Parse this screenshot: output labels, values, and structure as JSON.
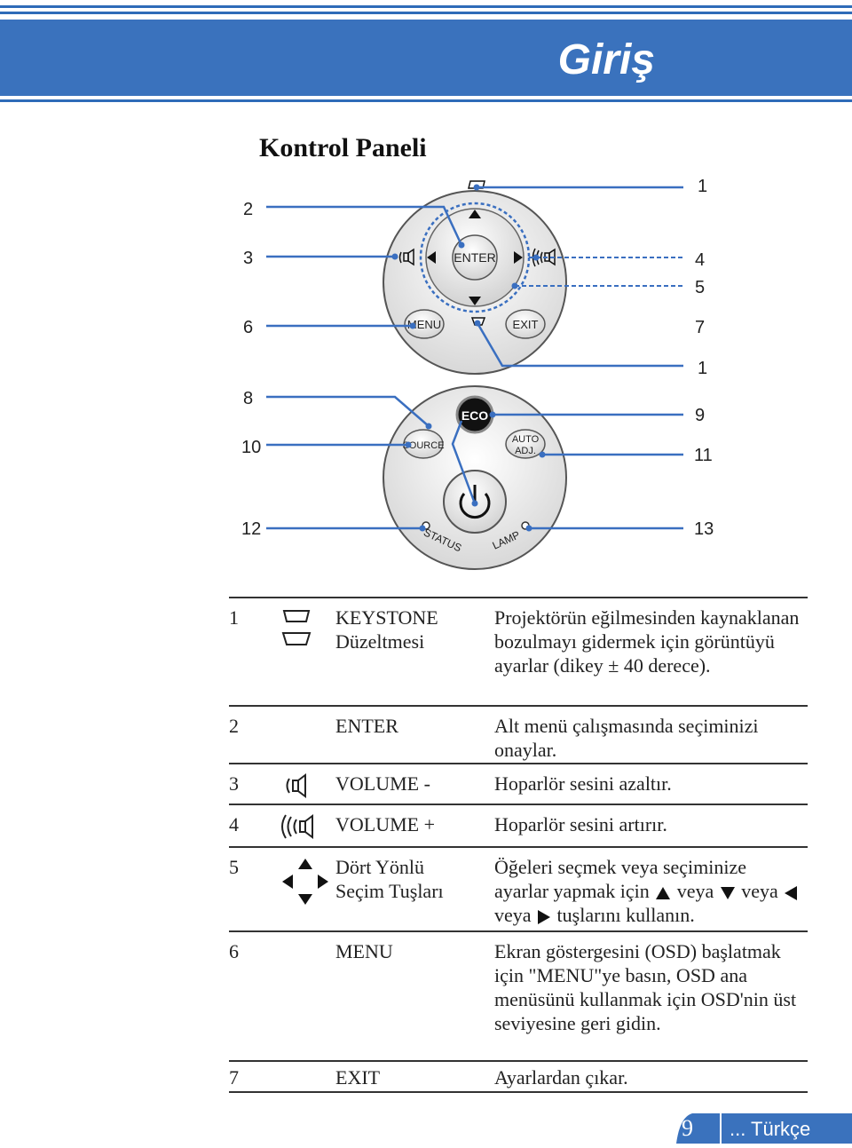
{
  "header": {
    "title": "Giriş"
  },
  "section": {
    "title": "Kontrol Paneli"
  },
  "panel": {
    "buttons": {
      "enter": "ENTER",
      "menu": "MENU",
      "exit": "EXIT",
      "eco": "ECO",
      "source": "SOURCE",
      "auto_adj_1": "AUTO",
      "auto_adj_2": "ADJ.",
      "status": "STATUS",
      "lamp": "LAMP"
    },
    "callouts_left": [
      "2",
      "3",
      "6",
      "8",
      "10",
      "12"
    ],
    "callouts_right": [
      "1",
      "4",
      "5",
      "7",
      "1",
      "9",
      "11",
      "13"
    ]
  },
  "table": {
    "rows": [
      {
        "num": "1",
        "icon": "keystone-icon",
        "name": "KEYSTONE Düzeltmesi",
        "desc": "Projektörün eğilmesinden kaynaklanan bozulmayı gidermek için görüntüyü ayarlar (dikey ± 40 derece)."
      },
      {
        "num": "2",
        "icon": "",
        "name": "ENTER",
        "desc": "Alt menü çalışmasında seçiminizi onaylar."
      },
      {
        "num": "3",
        "icon": "volume-down-icon",
        "name": "VOLUME -",
        "desc": "Hoparlör sesini azaltır."
      },
      {
        "num": "4",
        "icon": "volume-up-icon",
        "name": "VOLUME +",
        "desc": "Hoparlör sesini artırır."
      },
      {
        "num": "5",
        "icon": "four-direction-icon",
        "name_1": "Dört Yönlü",
        "name_2": "Seçim Tuşları",
        "desc_1": "Öğeleri seçmek veya seçiminize ayarlar yapmak için",
        "desc_2": "veya",
        "desc_3": "veya",
        "desc_4": "veya",
        "desc_5": "tuşlarını kullanın."
      },
      {
        "num": "6",
        "icon": "",
        "name": "MENU",
        "desc": "Ekran göstergesini (OSD) başlatmak için \"MENU\"ye basın, OSD ana menüsünü kullanmak için OSD'nin üst seviyesine geri gidin."
      },
      {
        "num": "7",
        "icon": "",
        "name": "EXIT",
        "desc": "Ayarlardan çıkar."
      }
    ]
  },
  "footer": {
    "page": "9",
    "language": "... Türkçe"
  },
  "colors": {
    "brand_blue": "#3a72bd",
    "callout_blue": "#3a6fc0"
  }
}
